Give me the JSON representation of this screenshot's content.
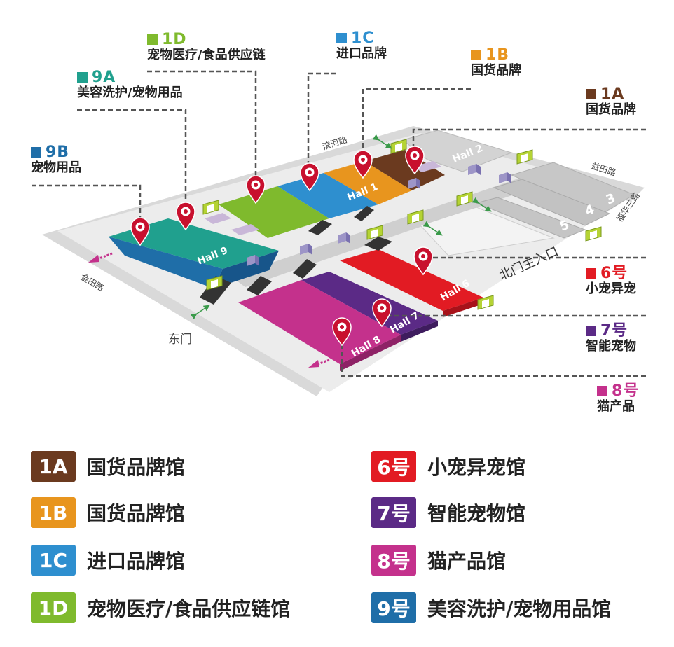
{
  "colors": {
    "1A": "#6b3a1f",
    "1B": "#e8951e",
    "1C": "#2e8fcf",
    "1D": "#7fba2d",
    "6": "#e21b23",
    "7": "#5b2a86",
    "8": "#c4318c",
    "9A": "#20a08e",
    "9B": "#1f6ea8"
  },
  "callouts": {
    "c1D": {
      "code": "1D",
      "desc": "宠物医疗/食品供应链"
    },
    "c1C": {
      "code": "1C",
      "desc": "进口品牌"
    },
    "c1B": {
      "code": "1B",
      "desc": "国货品牌"
    },
    "c1A": {
      "code": "1A",
      "desc": "国货品牌"
    },
    "c9A": {
      "code": "9A",
      "desc": "美容洗护/宠物用品"
    },
    "c9B": {
      "code": "9B",
      "desc": "宠物用品"
    },
    "c6": {
      "code": "6号",
      "desc": "小宠异宠"
    },
    "c7": {
      "code": "7号",
      "desc": "智能宠物"
    },
    "c8": {
      "code": "8号",
      "desc": "猫产品"
    }
  },
  "map": {
    "roads": {
      "binhe": "滨河路",
      "yitian": "益田路",
      "fuhua": "福华三路",
      "jintian": "金田路"
    },
    "entrances": {
      "east": "东门",
      "north": "北门主入口"
    },
    "halls": {
      "h1": "Hall 1",
      "h2": "Hall 2",
      "h3": "3",
      "h4": "4",
      "h5": "5",
      "h6": "Hall 6",
      "h7": "Hall 7",
      "h8": "Hall 8",
      "h9": "Hall 9"
    }
  },
  "legend": [
    {
      "code": "1A",
      "label": "国货品牌馆"
    },
    {
      "code": "1B",
      "label": "国货品牌馆"
    },
    {
      "code": "1C",
      "label": "进口品牌馆"
    },
    {
      "code": "1D",
      "label": "宠物医疗/食品供应链馆"
    },
    {
      "code": "6号",
      "label": "小宠异宠馆"
    },
    {
      "code": "7号",
      "label": "智能宠物馆"
    },
    {
      "code": "8号",
      "label": "猫产品馆"
    },
    {
      "code": "9号",
      "label": "美容洗护/宠物用品馆"
    }
  ]
}
